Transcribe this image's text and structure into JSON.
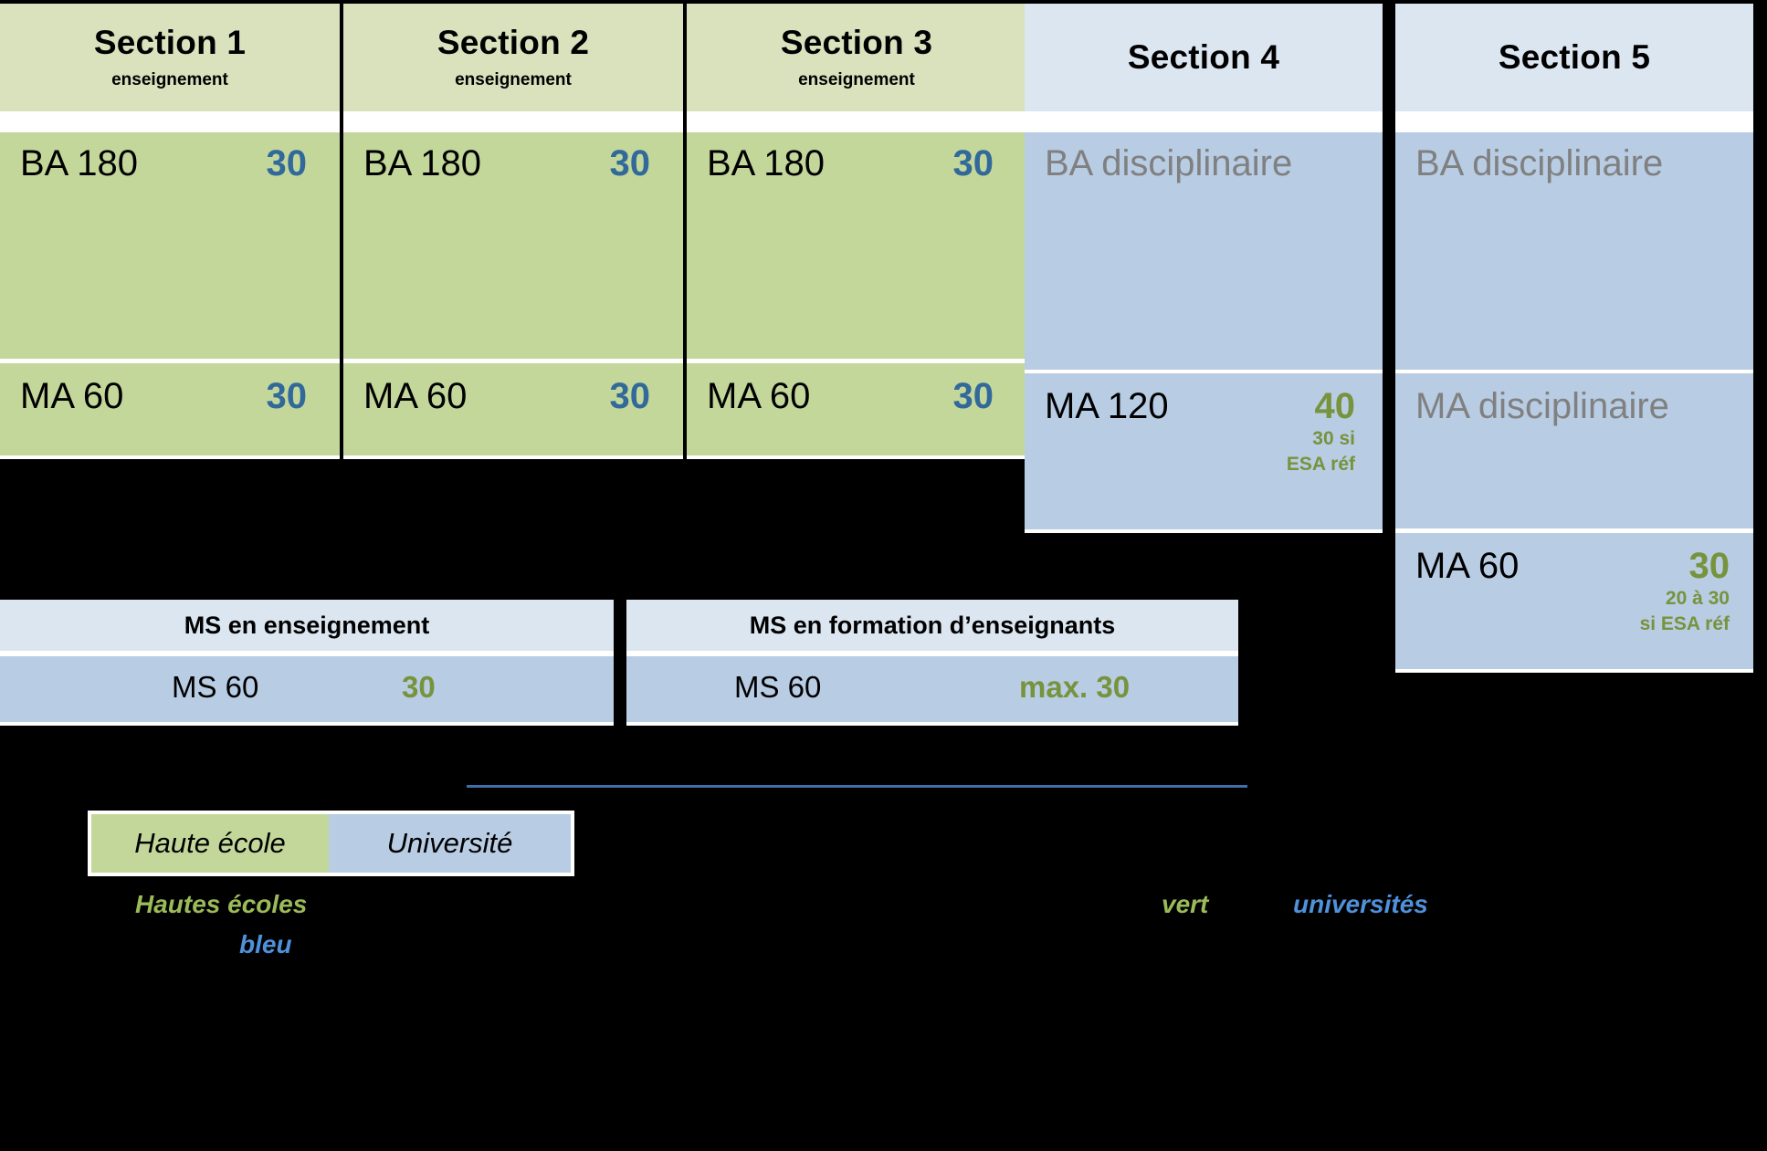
{
  "palette": {
    "green_header": "#D9E2BD",
    "green_body": "#C4D79B",
    "blue_header": "#DCE6F1",
    "blue_body": "#B8CCE4",
    "blue_value": "#31699B",
    "green_value": "#77933C",
    "muted_text": "#808080",
    "rule": "#3F6FA8",
    "note_green": "#9BBB59",
    "note_blue": "#4F91DA",
    "background": "#000000"
  },
  "sections": [
    {
      "title": "Section 1",
      "subtitle": "enseignement",
      "theme": "green",
      "rows": [
        {
          "label": "BA 180",
          "label_muted": false,
          "value": "30",
          "value_theme": "blue",
          "sub": []
        },
        {
          "label": "MA 60",
          "label_muted": false,
          "value": "30",
          "value_theme": "blue",
          "sub": []
        }
      ]
    },
    {
      "title": "Section 2",
      "subtitle": "enseignement",
      "theme": "green",
      "rows": [
        {
          "label": "BA 180",
          "label_muted": false,
          "value": "30",
          "value_theme": "blue",
          "sub": []
        },
        {
          "label": "MA 60",
          "label_muted": false,
          "value": "30",
          "value_theme": "blue",
          "sub": []
        }
      ]
    },
    {
      "title": "Section 3",
      "subtitle": "enseignement",
      "theme": "green",
      "rows": [
        {
          "label": "BA 180",
          "label_muted": false,
          "value": "30",
          "value_theme": "blue",
          "sub": []
        },
        {
          "label": "MA 60",
          "label_muted": false,
          "value": "30",
          "value_theme": "blue",
          "sub": []
        }
      ]
    },
    {
      "title": "Section 4",
      "subtitle": "",
      "theme": "blue",
      "rows": [
        {
          "label": "BA disciplinaire",
          "label_muted": true,
          "value": "",
          "value_theme": "green",
          "sub": []
        },
        {
          "label": "MA 120",
          "label_muted": false,
          "value": "40",
          "value_theme": "green",
          "sub": [
            "30 si",
            "ESA réf"
          ]
        }
      ]
    },
    {
      "title": "Section 5",
      "subtitle": "",
      "theme": "blue",
      "rows": [
        {
          "label": "BA disciplinaire",
          "label_muted": true,
          "value": "",
          "value_theme": "green",
          "sub": []
        },
        {
          "label": "MA disciplinaire",
          "label_muted": true,
          "value": "",
          "value_theme": "green",
          "sub": []
        },
        {
          "label": "MA 60",
          "label_muted": false,
          "value": "30",
          "value_theme": "green",
          "sub": [
            "20 à 30",
            "si ESA réf"
          ]
        }
      ]
    }
  ],
  "ms_blocks": [
    {
      "title": "MS en enseignement",
      "row_label": "MS 60",
      "row_value": "30"
    },
    {
      "title": "MS en formation d’enseignants",
      "row_label": "MS 60",
      "row_value": "max. 30"
    }
  ],
  "legend": {
    "haute_ecole": "Haute école",
    "universite": "Université"
  },
  "notes": {
    "hautes_ecoles": "Hautes écoles",
    "bleu": "bleu",
    "vert": "vert",
    "universites": "universités"
  }
}
